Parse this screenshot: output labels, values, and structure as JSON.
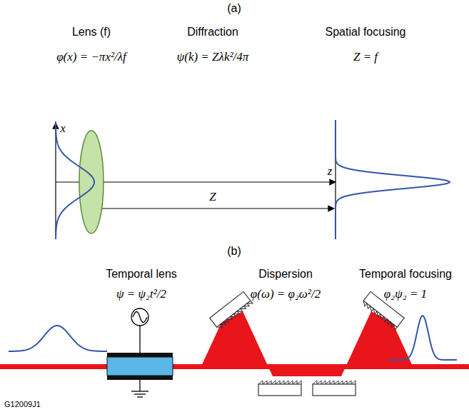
{
  "diagram": {
    "labels": [
      "(a)",
      "Lens (f)",
      "φ(x) = −πx²/λf",
      "Diffraction",
      "ψ(k) = Zλk²/4π",
      "Spatial focusing",
      "Z = f",
      "x",
      "z",
      "Z",
      "(b)",
      "Temporal lens",
      "ψ = ψ₂t²/2",
      "Dispersion",
      "φ(ω) = φ₂ω²/2",
      "Temporal focusing",
      "φ₂ψ₂ = 1",
      "G12009J1"
    ]
  }
}
